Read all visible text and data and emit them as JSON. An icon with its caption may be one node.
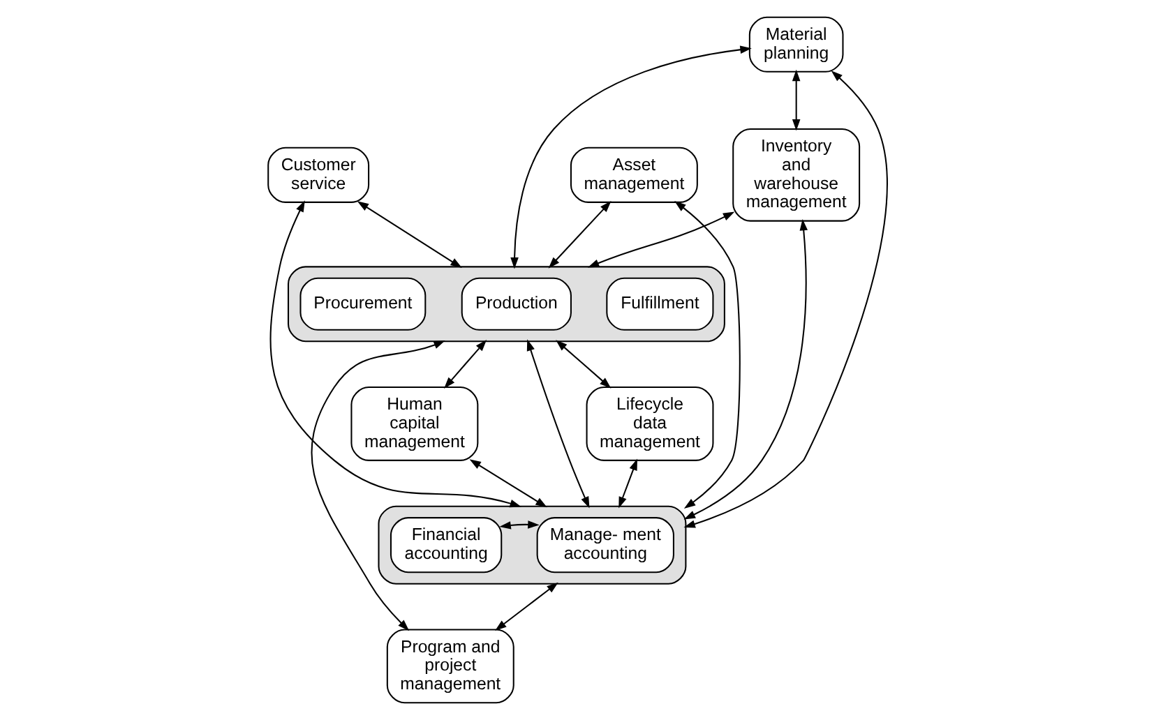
{
  "diagram": {
    "nodes": [
      {
        "text": [
          "Material planning"
        ]
      },
      {
        "text": [
          "Inventory and warehouse management"
        ]
      },
      {
        "text": [
          "Asset management"
        ]
      },
      {
        "text": [
          "Customer service"
        ]
      },
      {
        "text": [],
        "shape": "box"
      },
      {
        "text": [
          "Procurement"
        ],
        "in": 4
      },
      {
        "text": [
          "Production"
        ],
        "in": 4
      },
      {
        "text": [
          "Fulfillment"
        ],
        "in": 4
      },
      {
        "text": [
          "Lifecycle data management"
        ]
      },
      {
        "text": [],
        "shape": "box"
      },
      {
        "text": [
          "Financial accounting"
        ],
        "in": 9
      },
      {
        "text": [
          "Manage- ment accounting"
        ],
        "in": 9
      },
      {
        "text": [
          "Human capital management"
        ]
      },
      {
        "text": [
          "Program and project management"
        ]
      }
    ],
    "edges": [
      {
        "from": 0,
        "to": 1,
        "arrow": "both"
      },
      {
        "from": 0,
        "to": 4,
        "arrow": "both"
      },
      {
        "from": 1,
        "to": 4,
        "arrow": "both"
      },
      {
        "from": 2,
        "to": 4,
        "arrow": "both"
      },
      {
        "from": 3,
        "to": 4,
        "arrow": "both"
      },
      {
        "from": 4,
        "to": 8,
        "arrow": "both"
      },
      {
        "from": 4,
        "to": 9,
        "arrow": "both"
      },
      {
        "from": 0,
        "to": 9,
        "arrow": "both"
      },
      {
        "from": 3,
        "to": 9,
        "arrow": "both"
      },
      {
        "from": 2,
        "to": 9,
        "arrow": "both"
      },
      {
        "from": 4,
        "to": 12,
        "arrow": "both"
      },
      {
        "from": 12,
        "to": 9,
        "arrow": "both"
      },
      {
        "from": 9,
        "to": 13,
        "arrow": "both"
      },
      {
        "from": 4,
        "to": 13,
        "arrow": "both"
      },
      {
        "from": 1,
        "to": 9,
        "arrow": "both"
      },
      {
        "from": 8,
        "to": 9,
        "arrow": "both"
      },
      {
        "from": 10,
        "to": 11,
        "arrow": "both"
      }
    ]
  }
}
